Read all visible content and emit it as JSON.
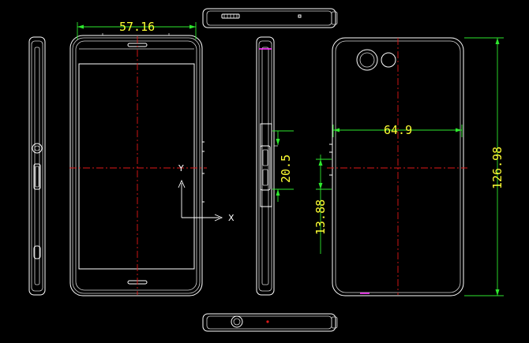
{
  "dimensions": {
    "front_width": "57.16",
    "back_width": "64.9",
    "height": "126.98",
    "side_button_offset": "20.5",
    "side_button_length": "13.88"
  },
  "axes": {
    "x_label": "X",
    "y_label": "Y"
  },
  "colors": {
    "background": "#000000",
    "outline": "#ffffff",
    "dimension_line": "#2ee82e",
    "dimension_text": "#ffff33",
    "center_line": "#e01818",
    "accent_mark": "#ff33ff"
  }
}
